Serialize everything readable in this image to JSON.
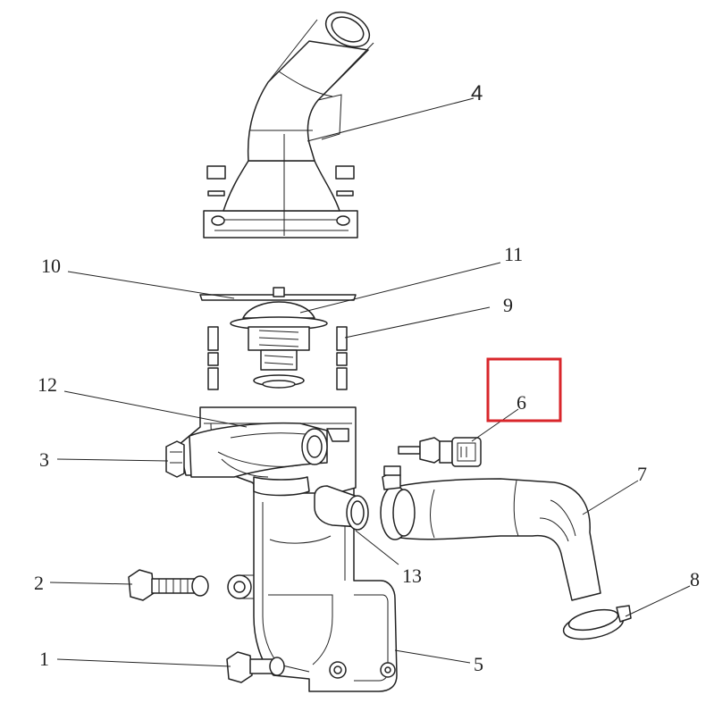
{
  "diagram": {
    "highlight_color": "#d9262b",
    "line_color": "#222222",
    "callouts": [
      {
        "id": "1",
        "label": "1"
      },
      {
        "id": "2",
        "label": "2"
      },
      {
        "id": "3",
        "label": "3"
      },
      {
        "id": "4",
        "label": "4"
      },
      {
        "id": "5",
        "label": "5"
      },
      {
        "id": "6",
        "label": "6"
      },
      {
        "id": "7",
        "label": "7"
      },
      {
        "id": "8",
        "label": "8"
      },
      {
        "id": "9",
        "label": "9"
      },
      {
        "id": "10",
        "label": "10"
      },
      {
        "id": "11",
        "label": "11"
      },
      {
        "id": "12",
        "label": "12"
      },
      {
        "id": "13",
        "label": "13"
      }
    ],
    "highlighted_callout": "6"
  }
}
